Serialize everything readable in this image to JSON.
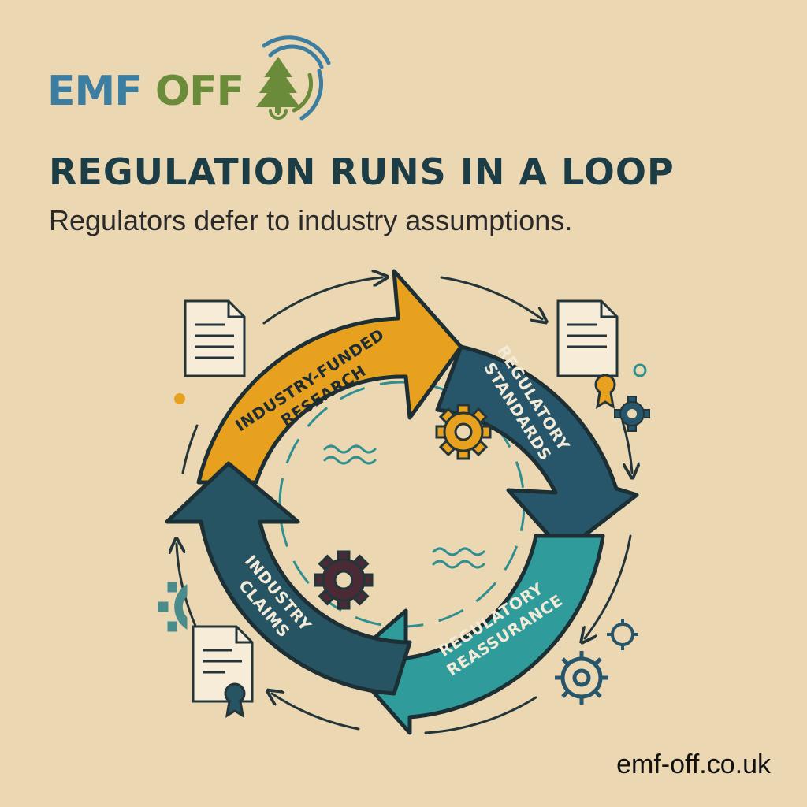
{
  "brand": {
    "name_part1": "EMF",
    "name_part2": "OFF",
    "logo_icon": "tree-wifi-power-icon"
  },
  "title": "REGULATION RUNS IN A LOOP",
  "subtitle": "Regulators defer to industry assumptions.",
  "cycle": {
    "steps": [
      {
        "line1": "INDUSTRY-FUNDED",
        "line2": "RESEARCH",
        "color": "#e8a11f"
      },
      {
        "line1": "REGULATORY",
        "line2": "STANDARDS",
        "color": "#27566a"
      },
      {
        "line1": "REGULATORY",
        "line2": "REASSURANCE",
        "color": "#2f9b9b"
      },
      {
        "line1": "INDUSTRY",
        "line2": "CLAIMS",
        "color": "#275463"
      }
    ]
  },
  "decorations": {
    "icons": [
      "document-icon",
      "certificate-icon",
      "gear-icon",
      "wave-icon"
    ]
  },
  "footer": {
    "url": "emf-off.co.uk"
  },
  "colors": {
    "background": "#ecd7b3",
    "title": "#1c3d45",
    "orange": "#e8a11f",
    "dark_teal": "#27566a",
    "teal": "#2f9b9b",
    "brand_blue": "#3b7ea1",
    "brand_green": "#6a8c3a"
  }
}
